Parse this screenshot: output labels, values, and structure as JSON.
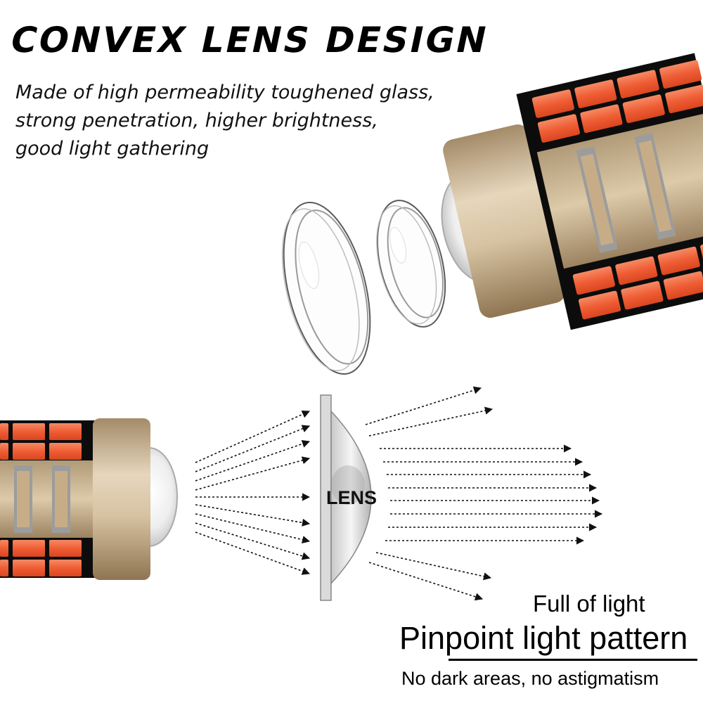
{
  "header": {
    "title": "CONVEX LENS DESIGN",
    "description_lines": [
      "Made of high permeability toughened glass,",
      "strong penetration, higher brightness,",
      "good light gathering"
    ]
  },
  "diagram": {
    "lens_label": "LENS"
  },
  "footer": {
    "full_of_light": "Full of light",
    "pinpoint": "Pinpoint light pattern",
    "no_dark": "No dark areas, no astigmatism"
  },
  "colors": {
    "led": "#f0623a",
    "housing": "#c9b28e",
    "pcb": "#0c0c0c",
    "background": "#ffffff"
  }
}
